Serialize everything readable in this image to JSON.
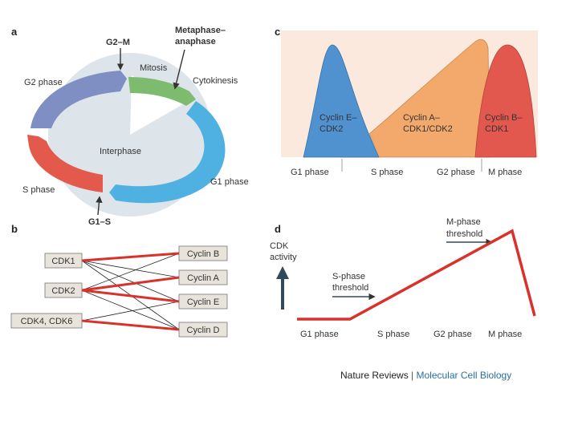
{
  "panel_labels": {
    "a": "a",
    "b": "b",
    "c": "c",
    "d": "d"
  },
  "panel_a": {
    "g2m": "G2–M",
    "metaphase_line1": "Metaphase–",
    "metaphase_line2": "anaphase",
    "mitosis": "Mitosis",
    "cytokinesis": "Cytokinesis",
    "g2_phase": "G2 phase",
    "interphase": "Interphase",
    "s_phase": "S phase",
    "g1_phase": "G1 phase",
    "g1s": "G1–S",
    "colors": {
      "g2": "#7f8fc4",
      "mitosis": "#7dbb6e",
      "g1": "#4fb1e1",
      "s": "#e35a4c",
      "interphase": "#dde4ea"
    }
  },
  "panel_b": {
    "cdks": [
      "CDK1",
      "CDK2",
      "CDK4, CDK6"
    ],
    "cyclins": [
      "Cyclin B",
      "Cyclin A",
      "Cyclin E",
      "Cyclin D"
    ]
  },
  "panel_c": {
    "cyclin_e_line1": "Cyclin E–",
    "cyclin_e_line2": "CDK2",
    "cyclin_a_line1": "Cyclin A–",
    "cyclin_a_line2": "CDK1/CDK2",
    "cyclin_b_line1": "Cyclin B–",
    "cyclin_b_line2": "CDK1",
    "phases": [
      "G1 phase",
      "S phase",
      "G2 phase",
      "M phase"
    ],
    "colors": {
      "cyclin_e": "#4f92cf",
      "cyclin_a": "#f2a96b",
      "cyclin_b": "#e2584f",
      "background": "#fbe9dd"
    }
  },
  "panel_d": {
    "ylabel_line1": "CDK",
    "ylabel_line2": "activity",
    "s_threshold_line1": "S-phase",
    "s_threshold_line2": "threshold",
    "m_threshold_line1": "M-phase",
    "m_threshold_line2": "threshold",
    "phases": [
      "G1 phase",
      "S phase",
      "G2 phase",
      "M phase"
    ],
    "line_color": "#d9312b"
  },
  "credit": {
    "journal": "Nature Reviews",
    "separator": " | ",
    "title": "Molecular Cell Biology"
  }
}
